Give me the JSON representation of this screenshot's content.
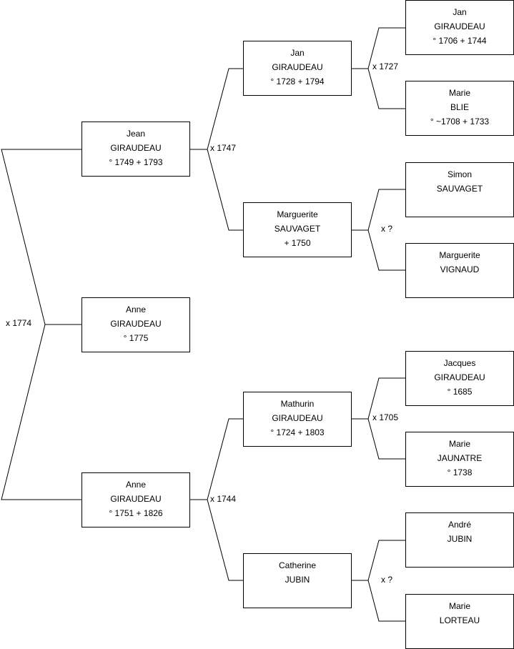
{
  "marriages": {
    "m1774": "x 1774",
    "m1747": "x 1747",
    "m1744": "x 1744",
    "m1727": "x 1727",
    "mq1": "x ?",
    "m1705": "x 1705",
    "mq2": "x ?"
  },
  "persons": {
    "anne_1775": {
      "first": "Anne",
      "last": "GIRAUDEAU",
      "dates": "° 1775"
    },
    "jean": {
      "first": "Jean",
      "last": "GIRAUDEAU",
      "dates": "° 1749 + 1793"
    },
    "anne_1751": {
      "first": "Anne",
      "last": "GIRAUDEAU",
      "dates": "° 1751 + 1826"
    },
    "jan_1728": {
      "first": "Jan",
      "last": "GIRAUDEAU",
      "dates": "° 1728 + 1794"
    },
    "marguerite_sauvaget": {
      "first": "Marguerite",
      "last": "SAUVAGET",
      "dates": "+ 1750"
    },
    "mathurin": {
      "first": "Mathurin",
      "last": "GIRAUDEAU",
      "dates": "° 1724 + 1803"
    },
    "catherine": {
      "first": "Catherine",
      "last": "JUBIN",
      "dates": ""
    },
    "jan_1706": {
      "first": "Jan",
      "last": "GIRAUDEAU",
      "dates": "° 1706 + 1744"
    },
    "marie_blie": {
      "first": "Marie",
      "last": "BLIE",
      "dates": "° ~1708 + 1733"
    },
    "simon": {
      "first": "Simon",
      "last": "SAUVAGET",
      "dates": ""
    },
    "marguerite_vignaud": {
      "first": "Marguerite",
      "last": "VIGNAUD",
      "dates": ""
    },
    "jacques": {
      "first": "Jacques",
      "last": "GIRAUDEAU",
      "dates": "° 1685"
    },
    "marie_jaunatre": {
      "first": "Marie",
      "last": "JAUNATRE",
      "dates": "° 1738"
    },
    "andre": {
      "first": "André",
      "last": "JUBIN",
      "dates": ""
    },
    "marie_lorteau": {
      "first": "Marie",
      "last": "LORTEAU",
      "dates": ""
    }
  }
}
